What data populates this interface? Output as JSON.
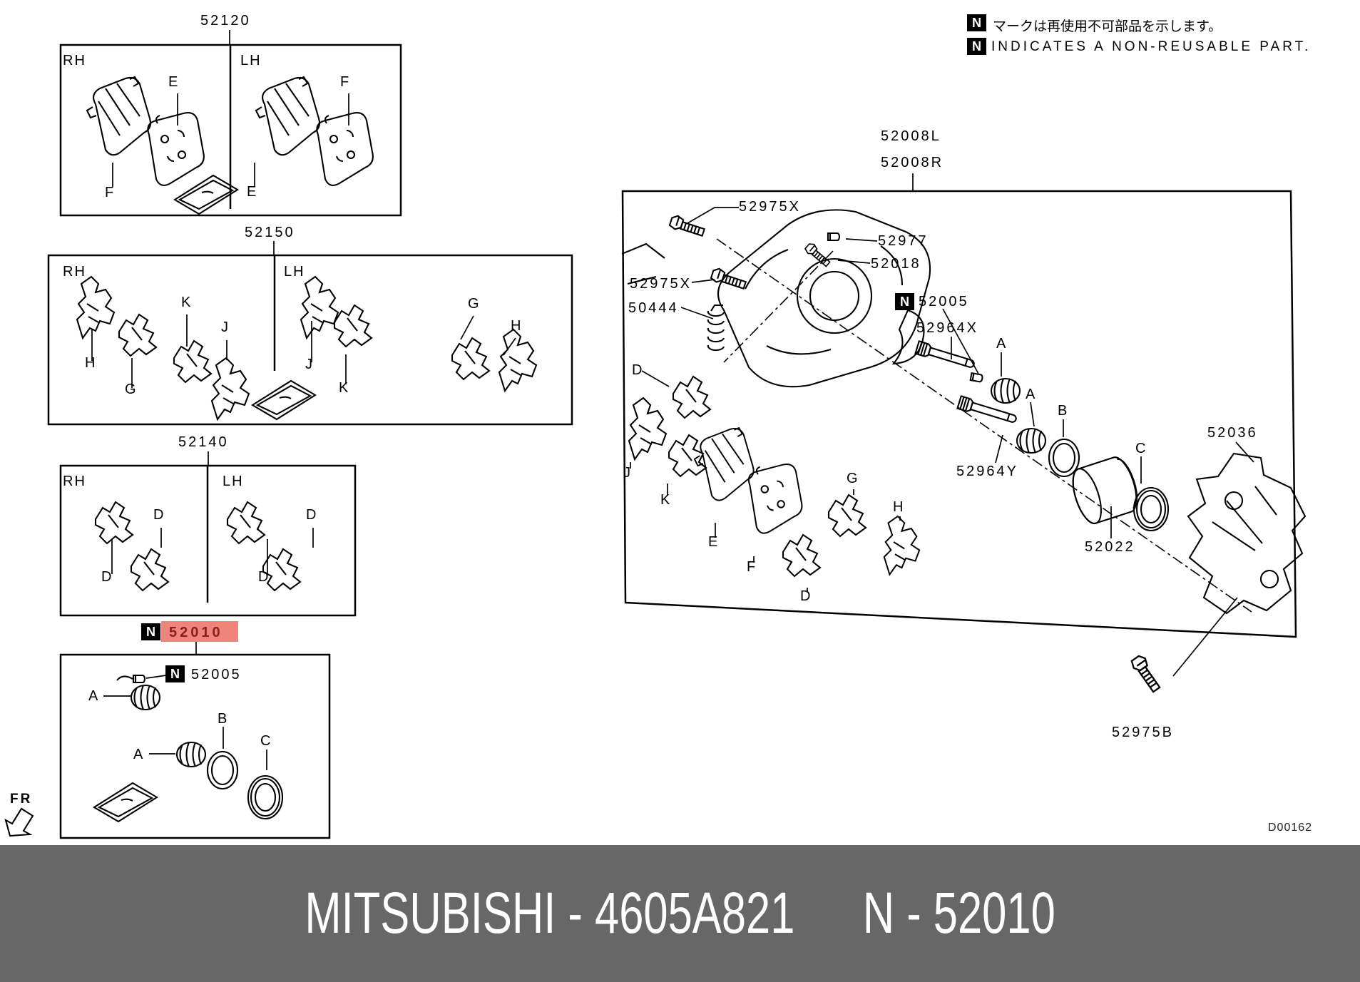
{
  "legend": {
    "mark": "N",
    "jp_text": "マークは再使用不可部品を示します。",
    "en_text": "INDICATES A NON-REUSABLE PART."
  },
  "callouts": {
    "c52120": "52120",
    "c52150": "52150",
    "c52140": "52140",
    "c52010": "52010",
    "c52005": "52005",
    "c52008l": "52008L",
    "c52008r": "52008R",
    "c52975x": "52975X",
    "c52977": "52977",
    "c52018": "52018",
    "c50444": "50444",
    "c52964x": "52964X",
    "c52964y": "52964Y",
    "c52022": "52022",
    "c52036": "52036",
    "c52975b": "52975B"
  },
  "letters": {
    "rh": "RH",
    "lh": "LH",
    "a": "A",
    "b": "B",
    "c": "C",
    "d": "D",
    "e": "E",
    "f": "F",
    "g": "G",
    "h": "H",
    "j": "J",
    "k": "K"
  },
  "fr_label": "FR",
  "banner": {
    "left": "MITSUBISHI - 4605A821",
    "right": "N - 52010"
  },
  "diagram_code": "D00162",
  "colors": {
    "highlight_bg": "#f1837d",
    "highlight_text": "#8b1f1b",
    "banner_bg": "#676767",
    "banner_text": "#ffffff"
  }
}
